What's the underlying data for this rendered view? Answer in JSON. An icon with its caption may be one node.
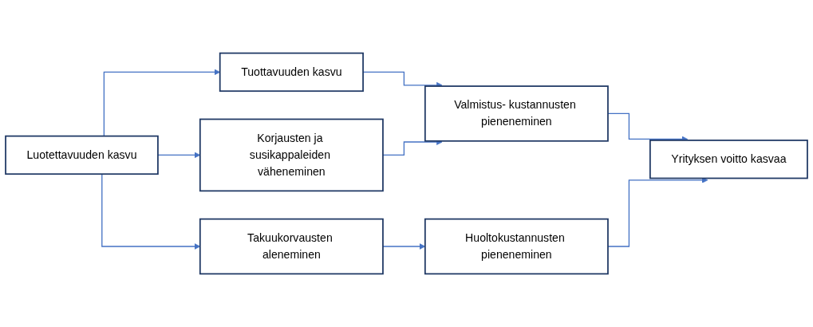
{
  "diagram": {
    "nodes": [
      {
        "text": [
          "Luotettavuuden kasvu"
        ]
      },
      {
        "text": [
          "Tuottavuuden kasvu"
        ]
      },
      {
        "text": [
          "Korjausten ja susikappaleiden väheneminen"
        ]
      },
      {
        "text": [
          "Takuukorvausten aleneminen"
        ]
      },
      {
        "text": [
          "Valmistus- kustannusten pieneneminen"
        ]
      },
      {
        "text": [
          "Huoltokustannusten pieneneminen"
        ]
      },
      {
        "text": [
          "Yrityksen voitto kasvaa"
        ]
      }
    ],
    "edges": [
      {
        "from": 0,
        "to": 1,
        "arrow": "to"
      },
      {
        "from": 0,
        "to": 2,
        "arrow": "to"
      },
      {
        "from": 0,
        "to": 3,
        "arrow": "to"
      },
      {
        "from": 1,
        "to": 4,
        "arrow": "to"
      },
      {
        "from": 2,
        "to": 4,
        "arrow": "to"
      },
      {
        "from": 3,
        "to": 5,
        "arrow": "to"
      },
      {
        "from": 4,
        "to": 6,
        "arrow": "to"
      },
      {
        "from": 5,
        "to": 6,
        "arrow": "to"
      }
    ]
  }
}
